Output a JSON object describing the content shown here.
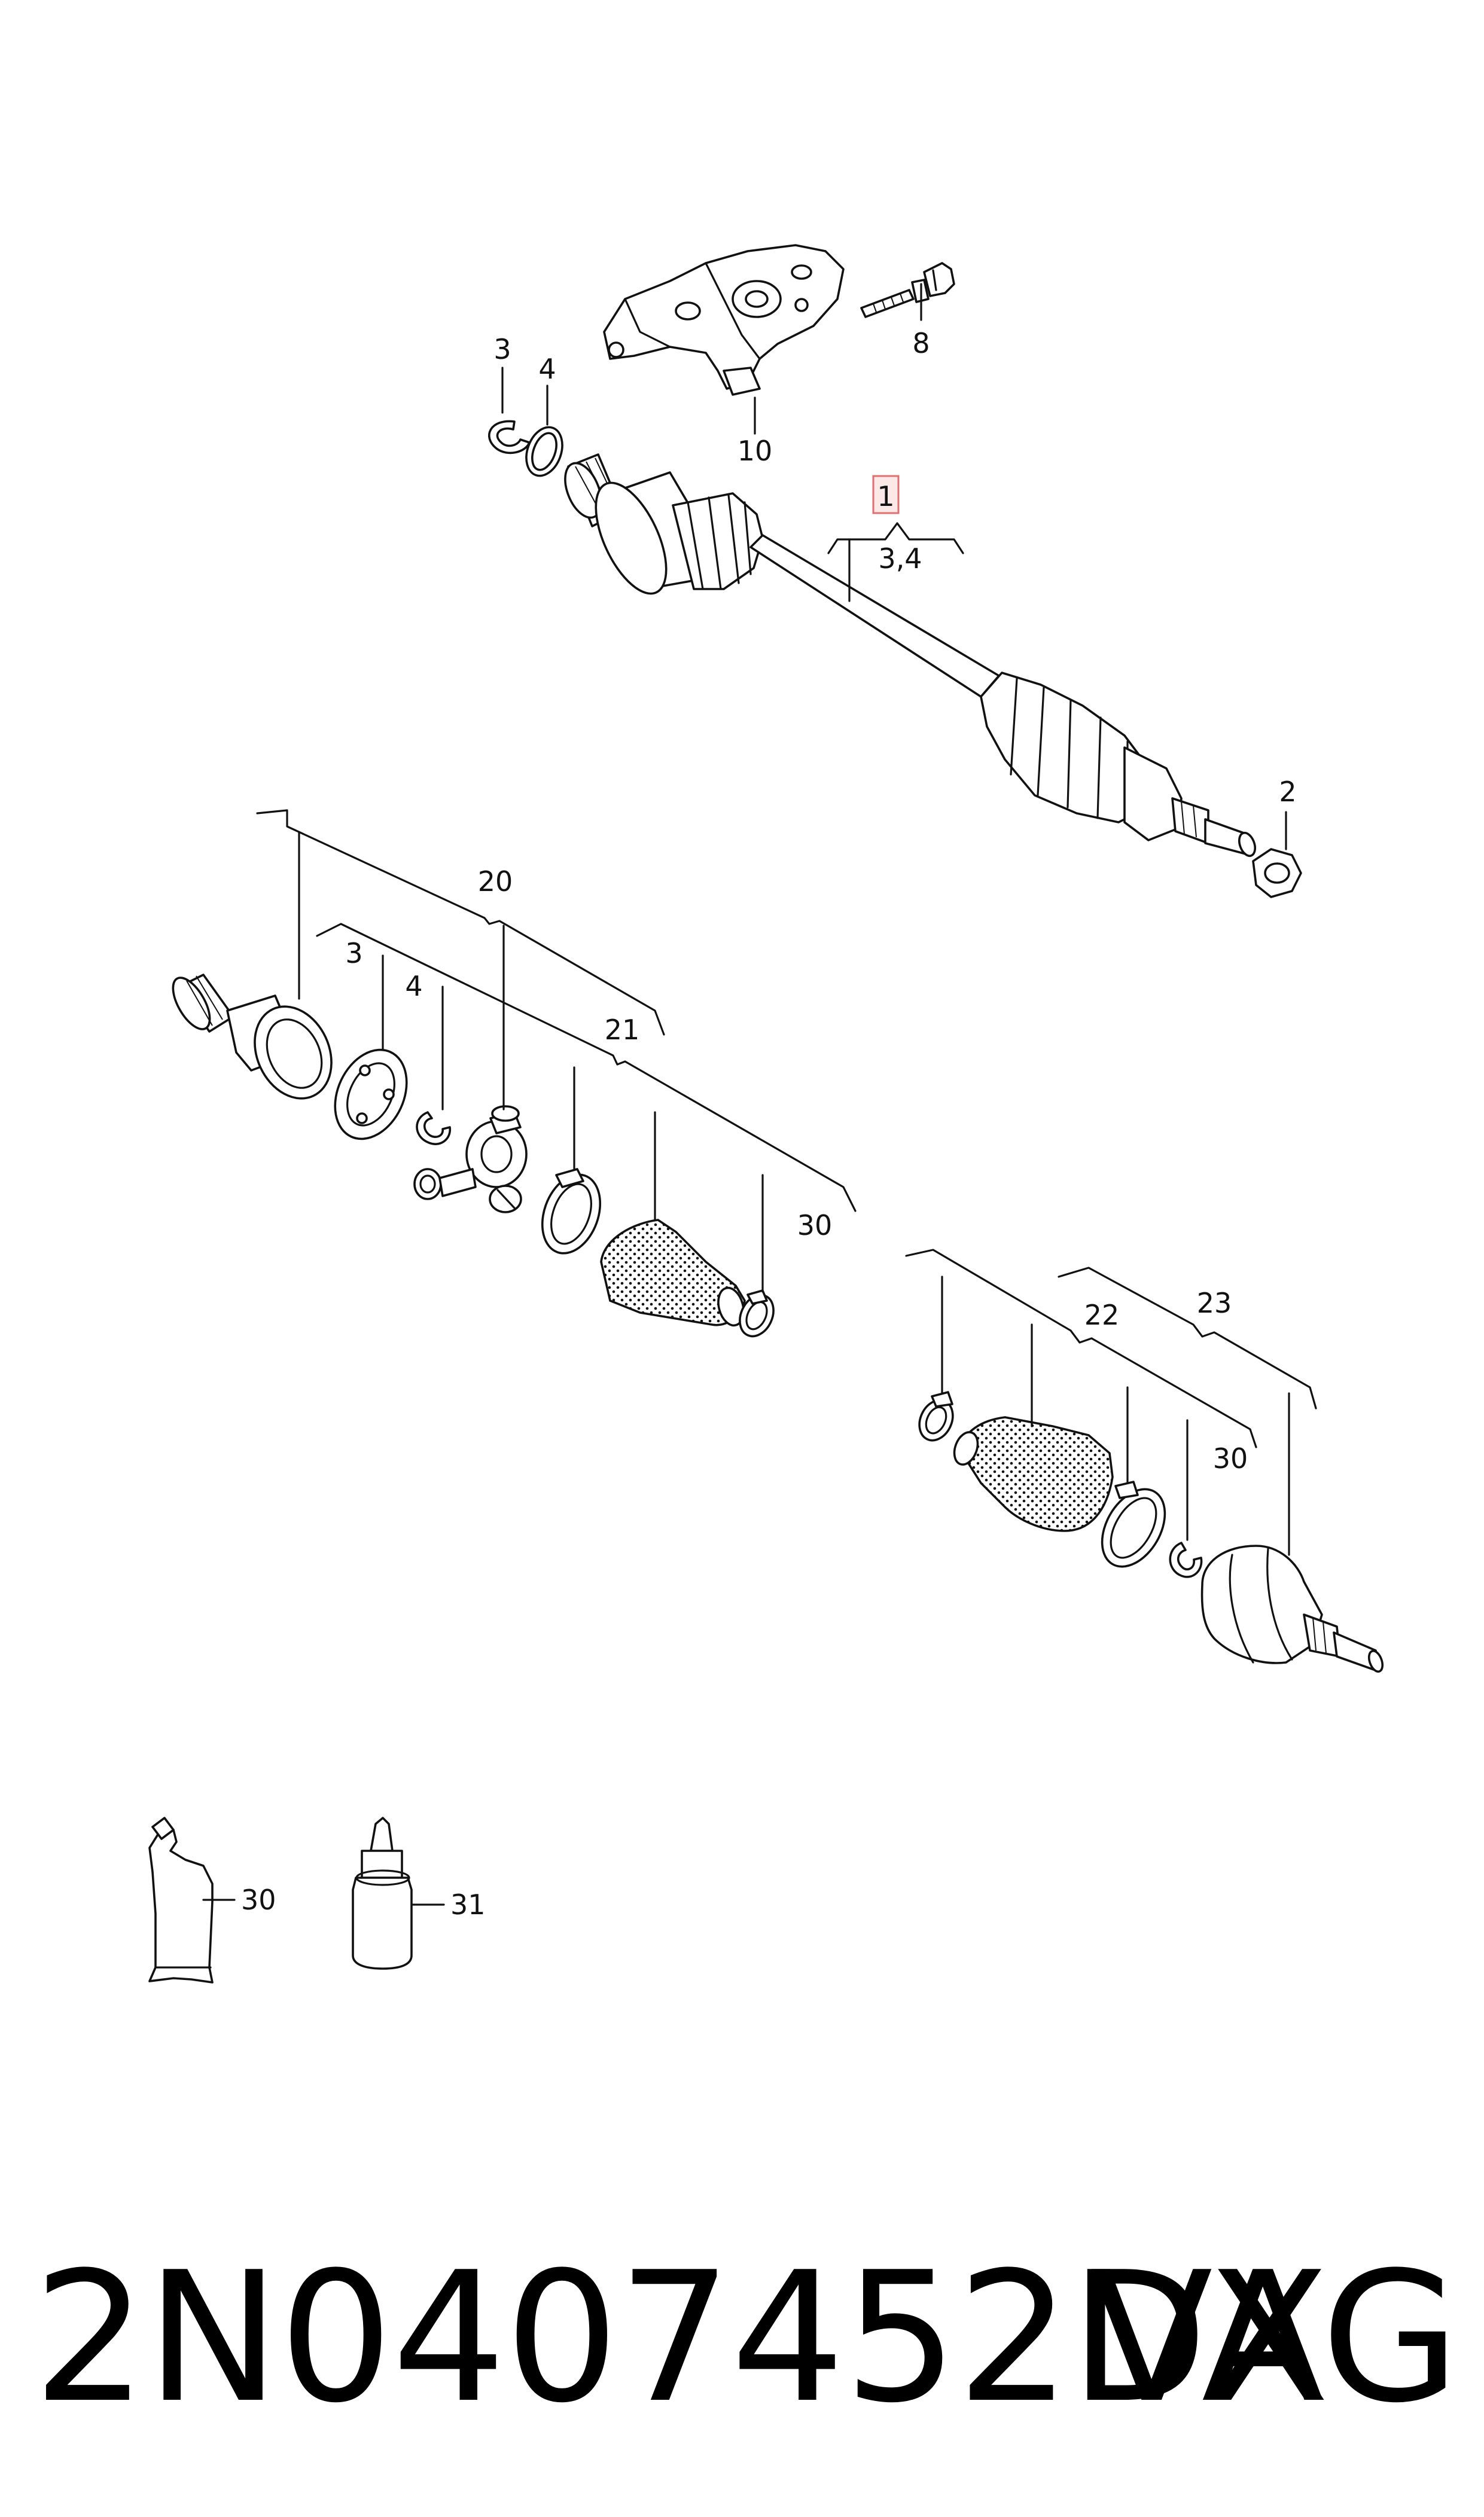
{
  "callouts": {
    "c1": "1",
    "c2": "2",
    "c3a": "3",
    "c4a": "4",
    "c34": "3,4",
    "c8": "8",
    "c10": "10",
    "c20": "20",
    "c3b": "3",
    "c4b": "4",
    "c21": "21",
    "c30a": "30",
    "c22": "22",
    "c23": "23",
    "c30b": "30",
    "c30c": "30",
    "c31": "31"
  },
  "footer": {
    "part_number": "2N0407452DX",
    "brand": "VAG"
  },
  "colors": {
    "line": "#111111",
    "highlight_box": "#e07070",
    "highlight_fill": "#fde8e8"
  }
}
